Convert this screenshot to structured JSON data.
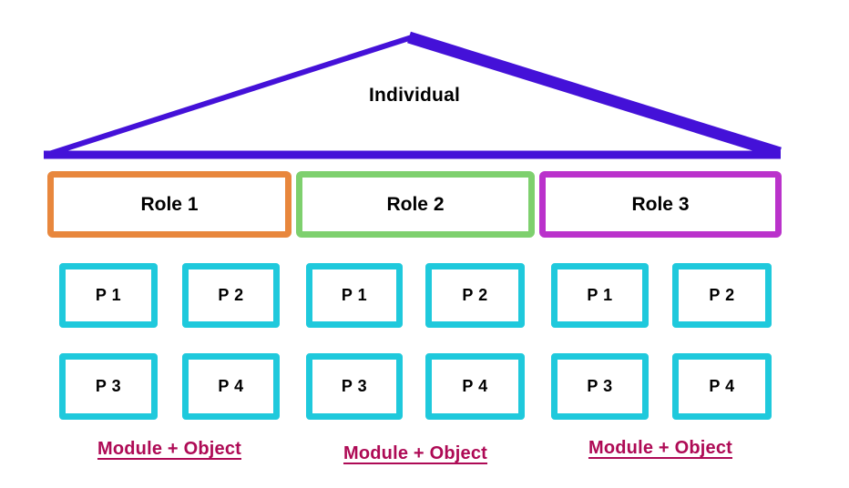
{
  "title": "Individual",
  "roles": [
    {
      "label": "Role 1",
      "border_color": "#E8873D",
      "permissions": [
        "P 1",
        "P 2",
        "P 3",
        "P 4"
      ],
      "footer_label": "Module + Object"
    },
    {
      "label": "Role 2",
      "border_color": "#7ED06E",
      "permissions": [
        "P 1",
        "P 2",
        "P 3",
        "P 4"
      ],
      "footer_label": "Module + Object"
    },
    {
      "label": "Role 3",
      "border_color": "#BA32CB",
      "permissions": [
        "P 1",
        "P 2",
        "P 3",
        "P 4"
      ],
      "footer_label": "Module + Object"
    }
  ],
  "colors": {
    "triangle_stroke": "#4411D8",
    "permission_border": "#1FC9DC",
    "footer_text": "#AE0A55",
    "text": "#000000"
  }
}
